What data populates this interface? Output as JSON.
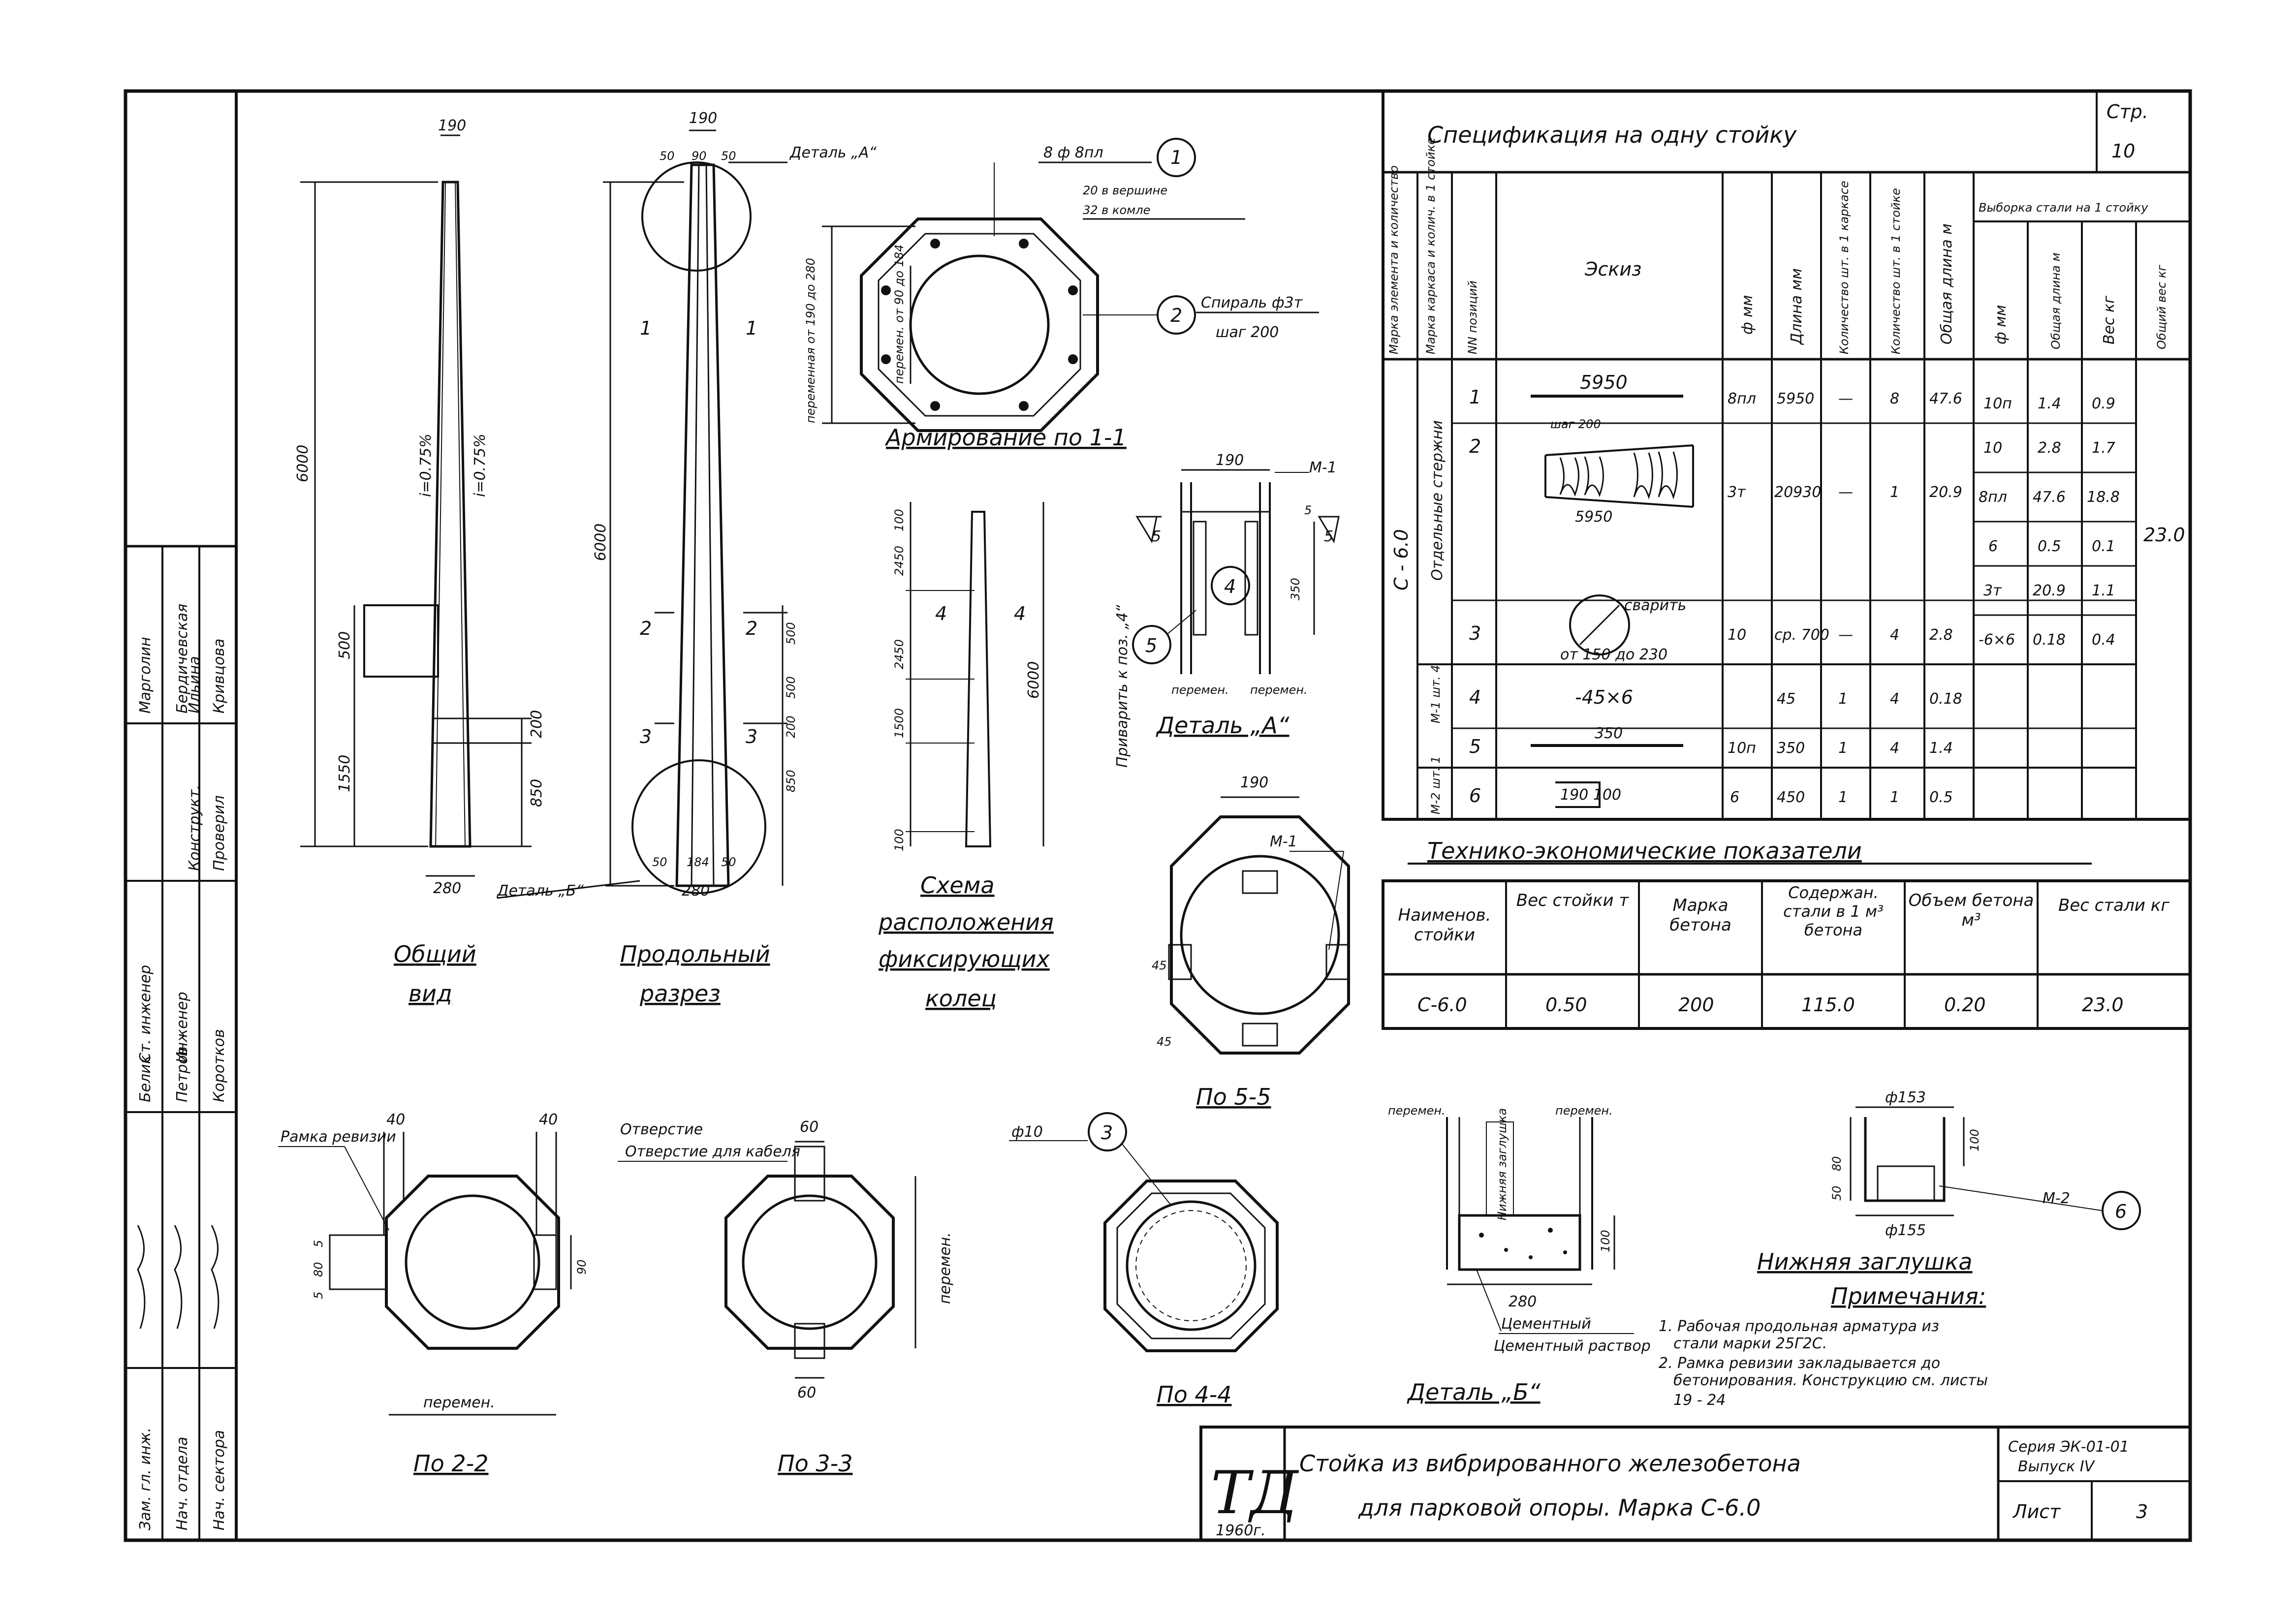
{
  "spec": {
    "title": "Спецификация на одну стойку",
    "page_label": "Стр.",
    "page_no": "10",
    "headers": {
      "element": "Марка элемента и количество",
      "cage": "Марка каркаса и колич. в 1 стойке",
      "pos": "NN позиций",
      "sketch": "Эскиз",
      "dia": "ф мм",
      "len": "Длина мм",
      "qty_cage": "Количество шт. в 1 каркасе",
      "qty_post": "Количество шт. в 1 стойке",
      "total_len": "Общая длина м",
      "sample": "Выборка стали на 1 стойку",
      "s_dia": "ф мм",
      "s_len": "Общая длина м",
      "s_wt": "Вес кг",
      "s_total": "Общий вес кг"
    },
    "element": "С - 6.0",
    "group_rods": "Отдельные стержни",
    "group_m1": "М-1 шт. 4",
    "group_m2": "М-2 шт. 1",
    "rows": [
      {
        "pos": "1",
        "sketch": "5950",
        "dia": "8пл",
        "len": "5950",
        "qc": "—",
        "qp": "8",
        "tl": "47.6"
      },
      {
        "pos": "2",
        "sketch": "шаг 200",
        "dia": "3т",
        "len": "20930",
        "qc": "—",
        "qp": "1",
        "tl": "20.9"
      },
      {
        "pos": "3",
        "sketch": "сварить",
        "dia": "10",
        "len": "ср. 700",
        "qc": "—",
        "qp": "4",
        "tl": "2.8"
      },
      {
        "pos": "4",
        "sketch": "-45×6",
        "dia": "45",
        "len": "",
        "qc": "1",
        "qp": "4",
        "tl": "0.18"
      },
      {
        "pos": "5",
        "sketch": "350",
        "dia": "10п",
        "len": "350",
        "qc": "1",
        "qp": "4",
        "tl": "1.4"
      },
      {
        "pos": "6",
        "sketch": "190 100",
        "dia": "6",
        "len": "450",
        "qc": "1",
        "qp": "1",
        "tl": "0.5"
      }
    ],
    "sketch_extra": {
      "pos2_len": "5950",
      "pos3_range": "от 150 до 230"
    },
    "sample": [
      {
        "d": "10п",
        "l": "1.4",
        "w": "0.9"
      },
      {
        "d": "10",
        "l": "2.8",
        "w": "1.7"
      },
      {
        "d": "8пл",
        "l": "47.6",
        "w": "18.8"
      },
      {
        "d": "6",
        "l": "0.5",
        "w": "0.1"
      },
      {
        "d": "3т",
        "l": "20.9",
        "w": "1.1"
      },
      {
        "d": "-6×6",
        "l": "0.18",
        "w": "0.4"
      }
    ],
    "sample_total": "23.0"
  },
  "tep": {
    "title": "Технико-экономические показатели",
    "headers": [
      "Наименов. стойки",
      "Вес стойки т",
      "Марка бетона",
      "Содержан. стали в 1 м³ бетона",
      "Объем бетона м³",
      "Вес стали кг"
    ],
    "values": [
      "С-6.0",
      "0.50",
      "200",
      "115.0",
      "0.20",
      "23.0"
    ]
  },
  "views": {
    "general": {
      "title1": "Общий",
      "title2": "вид",
      "top": "190",
      "bottom": "280",
      "h": "6000",
      "h1": "500",
      "h2": "1550",
      "h3": "850",
      "h4": "200",
      "slope1": "i=0.75%",
      "slope2": "i=0.75%",
      "detail_b": "Деталь „Б“"
    },
    "section": {
      "title1": "Продольный",
      "title2": "разрез",
      "top": "190",
      "top_split1": "50",
      "top_split2": "90",
      "top_split3": "50",
      "bottom": "280",
      "bot_split1": "50",
      "bot_split2": "184",
      "bot_split3": "50",
      "h": "6000",
      "detail_a": "Деталь „А“",
      "m1": "1",
      "m2": "2",
      "m3": "3",
      "d1": "500",
      "d2": "500",
      "d3": "850",
      "d4": "200"
    },
    "armir": {
      "title": "Армирование по 1-1",
      "rods": "8 ф 8пл",
      "rods_top": "20 в вершине",
      "rods_bot": "32 в комле",
      "spiral": "Спираль ф3т",
      "spiral_step": "шаг 200",
      "var1": "переменная от 190 до 280",
      "var2": "перемен. от 90 до 184",
      "c1": "1",
      "c2": "2"
    },
    "rings": {
      "t1": "Схема",
      "t2": "расположения",
      "t3": "фиксирующих",
      "t4": "колец",
      "d1": "2450",
      "d2": "2450",
      "d3": "1500",
      "d4": "100",
      "d5": "100",
      "h": "6000",
      "lbl": "4"
    },
    "det_a": {
      "title": "Деталь „А“",
      "w": "190",
      "m1": "М-1",
      "h": "350",
      "s1": "5",
      "s2": "5",
      "s3": "5",
      "var1": "перемен.",
      "var2": "перемен.",
      "weld": "Приварить к поз. „4“",
      "c4": "4",
      "c5": "5"
    },
    "s55": {
      "title": "По 5-5",
      "d": "190",
      "m1": "М-1",
      "a": "45",
      "b": "45"
    },
    "s22": {
      "title": "По 2-2",
      "hatch": "Рамка ревизии",
      "a": "40",
      "b": "40",
      "c": "5",
      "d": "80",
      "e": "5",
      "h": "90",
      "w": "перемен."
    },
    "s33": {
      "title": "По 3-3",
      "hole": "Отверстие для кабеля",
      "a": "60",
      "b": "60",
      "h": "перемен."
    },
    "s44": {
      "title": "По 4-4",
      "dia": "ф10",
      "c3": "3"
    },
    "det_b": {
      "title": "Деталь „Б“",
      "var1": "перемен.",
      "var2": "перемен.",
      "plug": "Нижняя заглушка",
      "mortar": "Цементный раствор",
      "w": "280",
      "h": "100"
    },
    "plug": {
      "title": "Нижняя заглушка",
      "d1": "ф153",
      "d2": "ф155",
      "h1": "100",
      "h2": "50",
      "h3": "80",
      "m2": "М-2",
      "c6": "6"
    }
  },
  "notes": {
    "title": "Примечания:",
    "n1": "1. Рабочая продольная арматура из",
    "n1b": "стали марки 25Г2С.",
    "n2": "2. Рамка ревизии закладывается до",
    "n2b": "бетонирования. Конструкцию см. листы",
    "n2c": "19 - 24"
  },
  "stamp": {
    "logo": "ТД",
    "year": "1960г.",
    "title1": "Стойка из вибрированного железобетона",
    "title2": "для парковой опоры. Марка С-6.0",
    "series": "Серия ЭК-01-01",
    "issue": "Выпуск IV",
    "sheet_label": "Лист",
    "sheet_no": "3"
  },
  "side": {
    "roles": [
      "Зам. гл. инж.",
      "Нач. отдела",
      "Нач. сектора",
      "Ст. инженер",
      "Инженер",
      "Конструкт.",
      "Проверил"
    ],
    "names": [
      "Белик",
      "Петров",
      "Коротков",
      "Марголин",
      "Бердичевская",
      "Ильина",
      "Кривцова"
    ]
  }
}
